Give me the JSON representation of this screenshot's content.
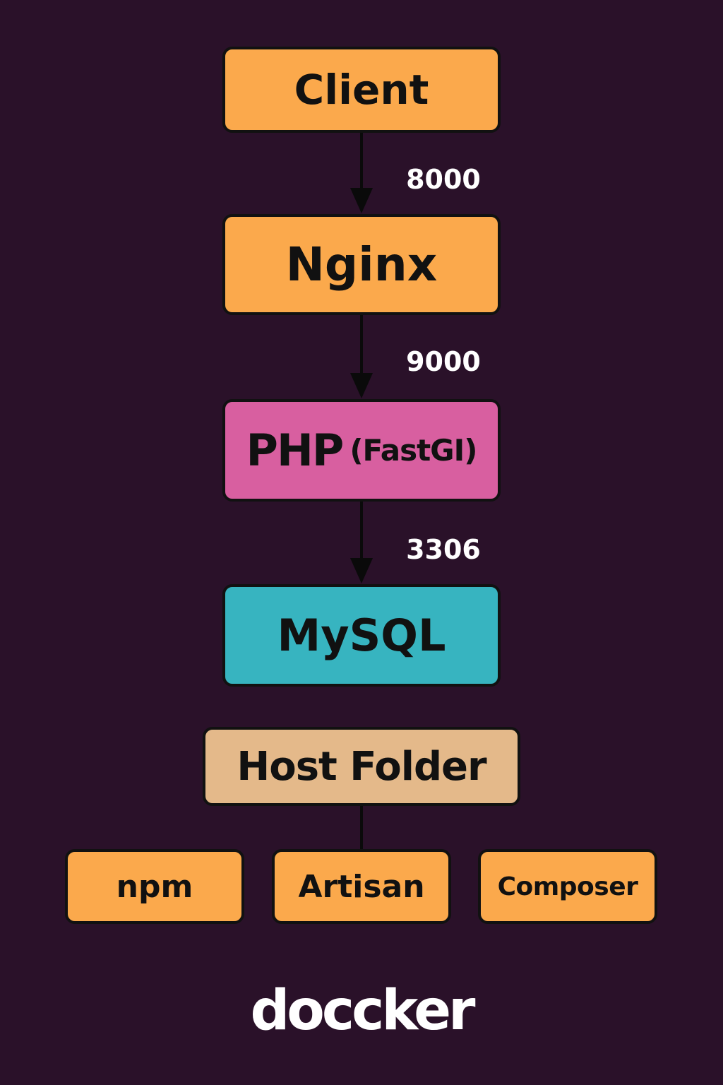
{
  "colors": {
    "background": "#2a1129",
    "orange": "#fba94c",
    "pink": "#d85fa0",
    "teal": "#37b4c0",
    "tan": "#e4b98a",
    "outline": "#111111"
  },
  "nodes": {
    "client": "Client",
    "nginx": "Nginx",
    "php": {
      "main": "PHP",
      "sub": "(FastGI)"
    },
    "mysql": "MySQL",
    "host_folder": "Host Folder"
  },
  "ports": {
    "client_to_nginx": "8000",
    "nginx_to_php": "9000",
    "php_to_mysql": "3306"
  },
  "tools": [
    "npm",
    "Artisan",
    "Composer"
  ],
  "logo": "doccker"
}
